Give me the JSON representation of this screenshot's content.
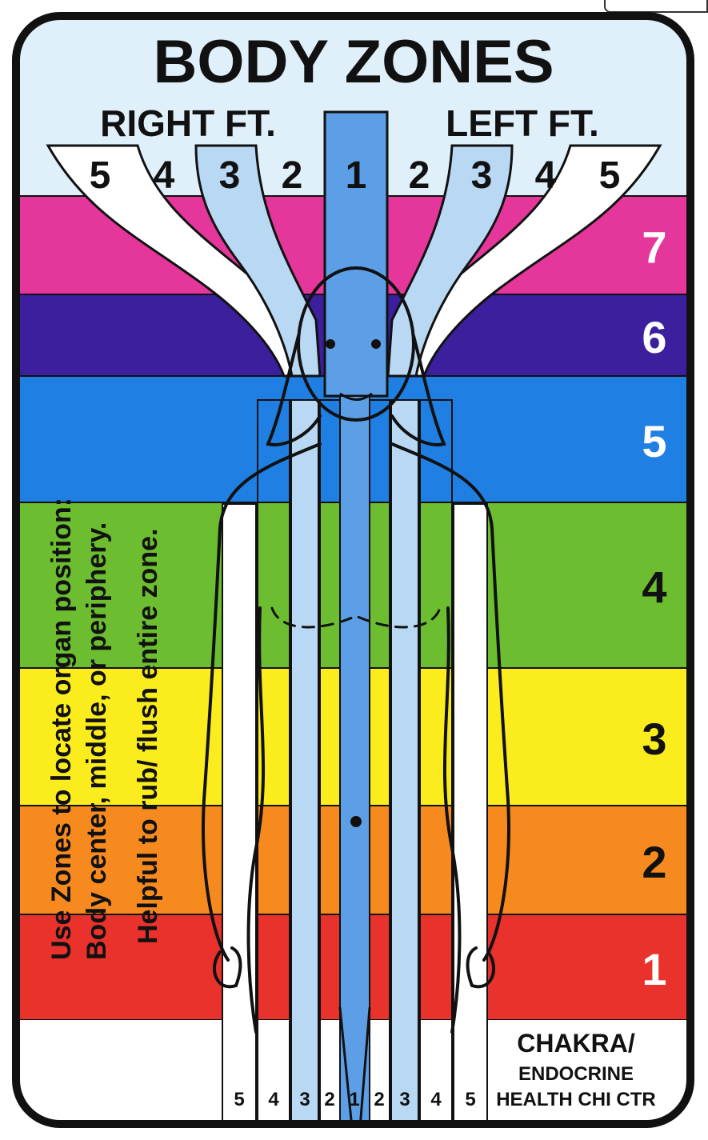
{
  "card": {
    "title": "BODY ZONES",
    "right_feet_label": "RIGHT FT.",
    "left_feet_label": "LEFT FT.",
    "top_toe_numbers": [
      "5",
      "4",
      "3",
      "2",
      "1",
      "2",
      "3",
      "4",
      "5"
    ],
    "bottom_zone_numbers": [
      "5",
      "4",
      "3",
      "2",
      "1",
      "2",
      "3",
      "4",
      "5"
    ],
    "side_text": [
      "Use Zones to locate organ position:",
      "Body center, middle, or periphery.",
      "Helpful to rub/ flush entire zone."
    ],
    "footer": {
      "line1": "CHAKRA/",
      "line2": "ENDOCRINE",
      "line3": "HEALTH CHI CTR"
    }
  },
  "chakra_bands": [
    {
      "number": "7",
      "color": "#e5369b"
    },
    {
      "number": "6",
      "color": "#3b1f9c"
    },
    {
      "number": "5",
      "color": "#1f7fe2"
    },
    {
      "number": "4",
      "color": "#6cbd2f"
    },
    {
      "number": "3",
      "color": "#fbed1d"
    },
    {
      "number": "2",
      "color": "#f68a1f"
    },
    {
      "number": "1",
      "color": "#e8322b"
    }
  ],
  "colors": {
    "card_border": "#111111",
    "header_bg": "#dff0fb",
    "zone_1": "#5c9fe6",
    "zone_3": "#b9d8f3",
    "zone_white": "#ffffff",
    "outline": "#111111"
  }
}
